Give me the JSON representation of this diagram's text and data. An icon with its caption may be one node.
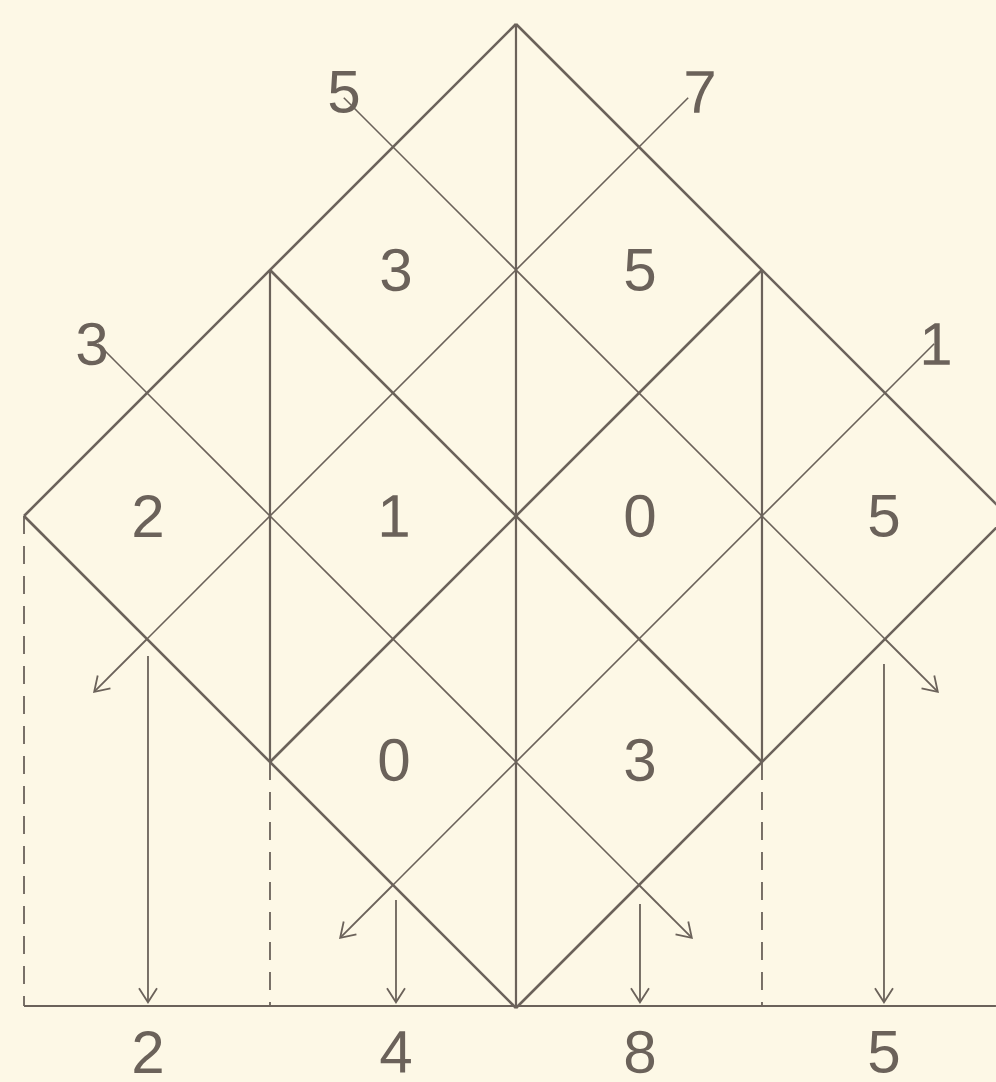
{
  "diagram": {
    "labels": [
      "5",
      "7",
      "3",
      "5",
      "3",
      "1",
      "2",
      "1",
      "0",
      "5",
      "0",
      "3",
      "2",
      "4",
      "8",
      "5"
    ]
  }
}
